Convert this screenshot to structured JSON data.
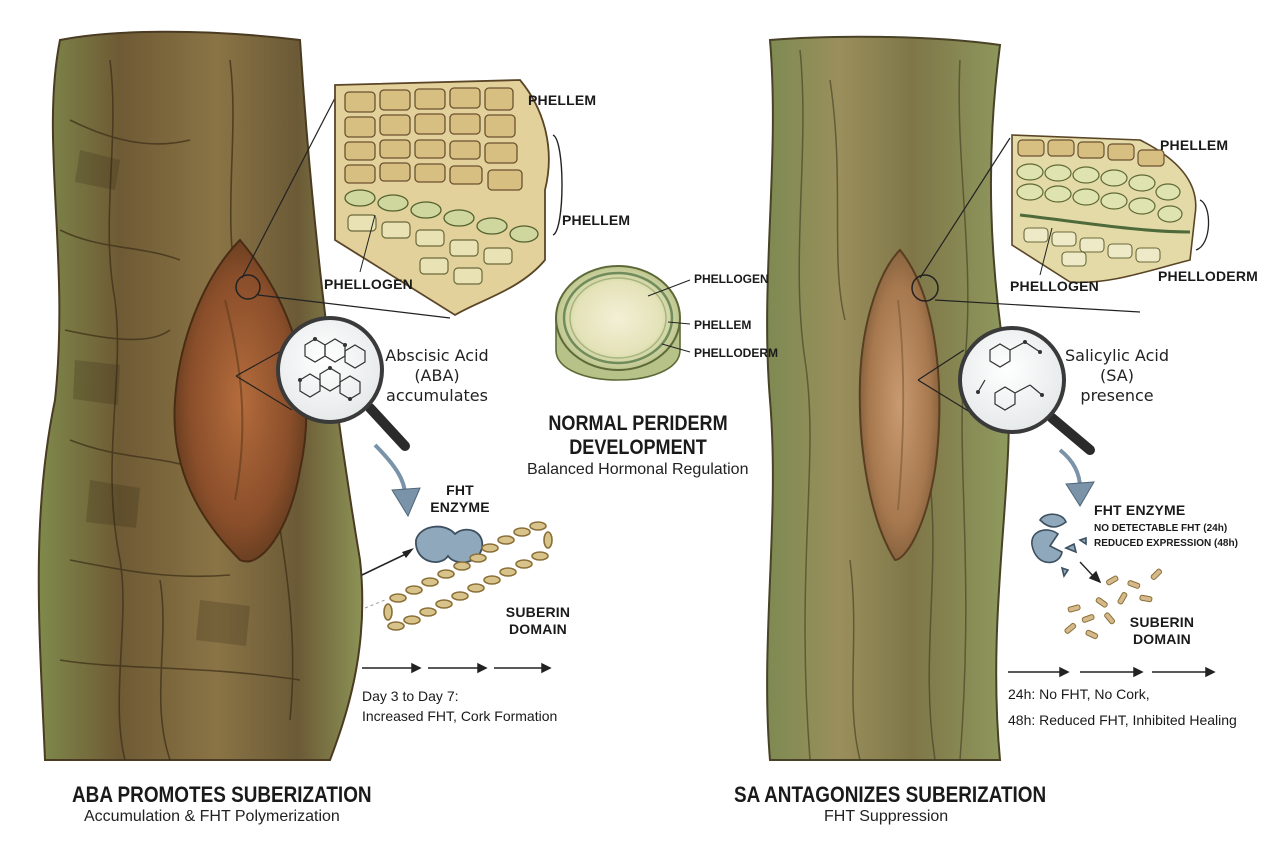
{
  "left_panel": {
    "title": "ABA PROMOTES SUBERIZATION",
    "subtitle": "Accumulation & FHT Polymerization",
    "cell_labels": {
      "phellem_top": "PHELLEM",
      "phellem_side": "PHELLEM",
      "phellogen": "PHELLOGEN"
    },
    "hormone_line1": "Abscisic Acid",
    "hormone_line2": "(ABA)",
    "hormone_line3": "accumulates",
    "enzyme_line1": "FHT",
    "enzyme_line2": "ENZYME",
    "domain_line1": "SUBERIN",
    "domain_line2": "DOMAIN",
    "timeline_line1": "Day 3 to Day 7:",
    "timeline_line2": "Increased FHT, Cork Formation"
  },
  "center_panel": {
    "title_line1": "NORMAL PERIDERM",
    "title_line2": "DEVELOPMENT",
    "subtitle": "Balanced Hormonal Regulation",
    "ring_labels": [
      "PHELLOGEN",
      "PHELLEM",
      "PHELLODERM"
    ]
  },
  "right_panel": {
    "title": "SA ANTAGONIZES SUBERIZATION",
    "subtitle": "FHT Suppression",
    "cell_labels": {
      "phellem": "PHELLEM",
      "phellogen": "PHELLOGEN",
      "phelloderm": "PHELLODERM"
    },
    "hormone_line1": "Salicylic Acid",
    "hormone_line2": "(SA)",
    "hormone_line3": "presence",
    "enzyme_title": "FHT ENZYME",
    "enzyme_note1": "NO DETECTABLE FHT (24h)",
    "enzyme_note2": "REDUCED EXPRESSION (48h)",
    "domain_line1": "SUBERIN",
    "domain_line2": "DOMAIN",
    "timeline_line1": "24h: No FHT, No Cork,",
    "timeline_line2": "48h: Reduced FHT, Inhibited Healing"
  },
  "colors": {
    "bark_dark": "#5e4a2a",
    "bark_mid": "#8a7446",
    "moss": "#7d8a4a",
    "wound": "#9a5a32",
    "cell_wall": "#6b5230",
    "cell_fill": "#d9c48a",
    "enzyme": "#8fa8bc",
    "chain": "#b59a5a",
    "arrow": "#7a93a8"
  },
  "icons": [
    "magnifier-icon",
    "arrow-icon"
  ]
}
